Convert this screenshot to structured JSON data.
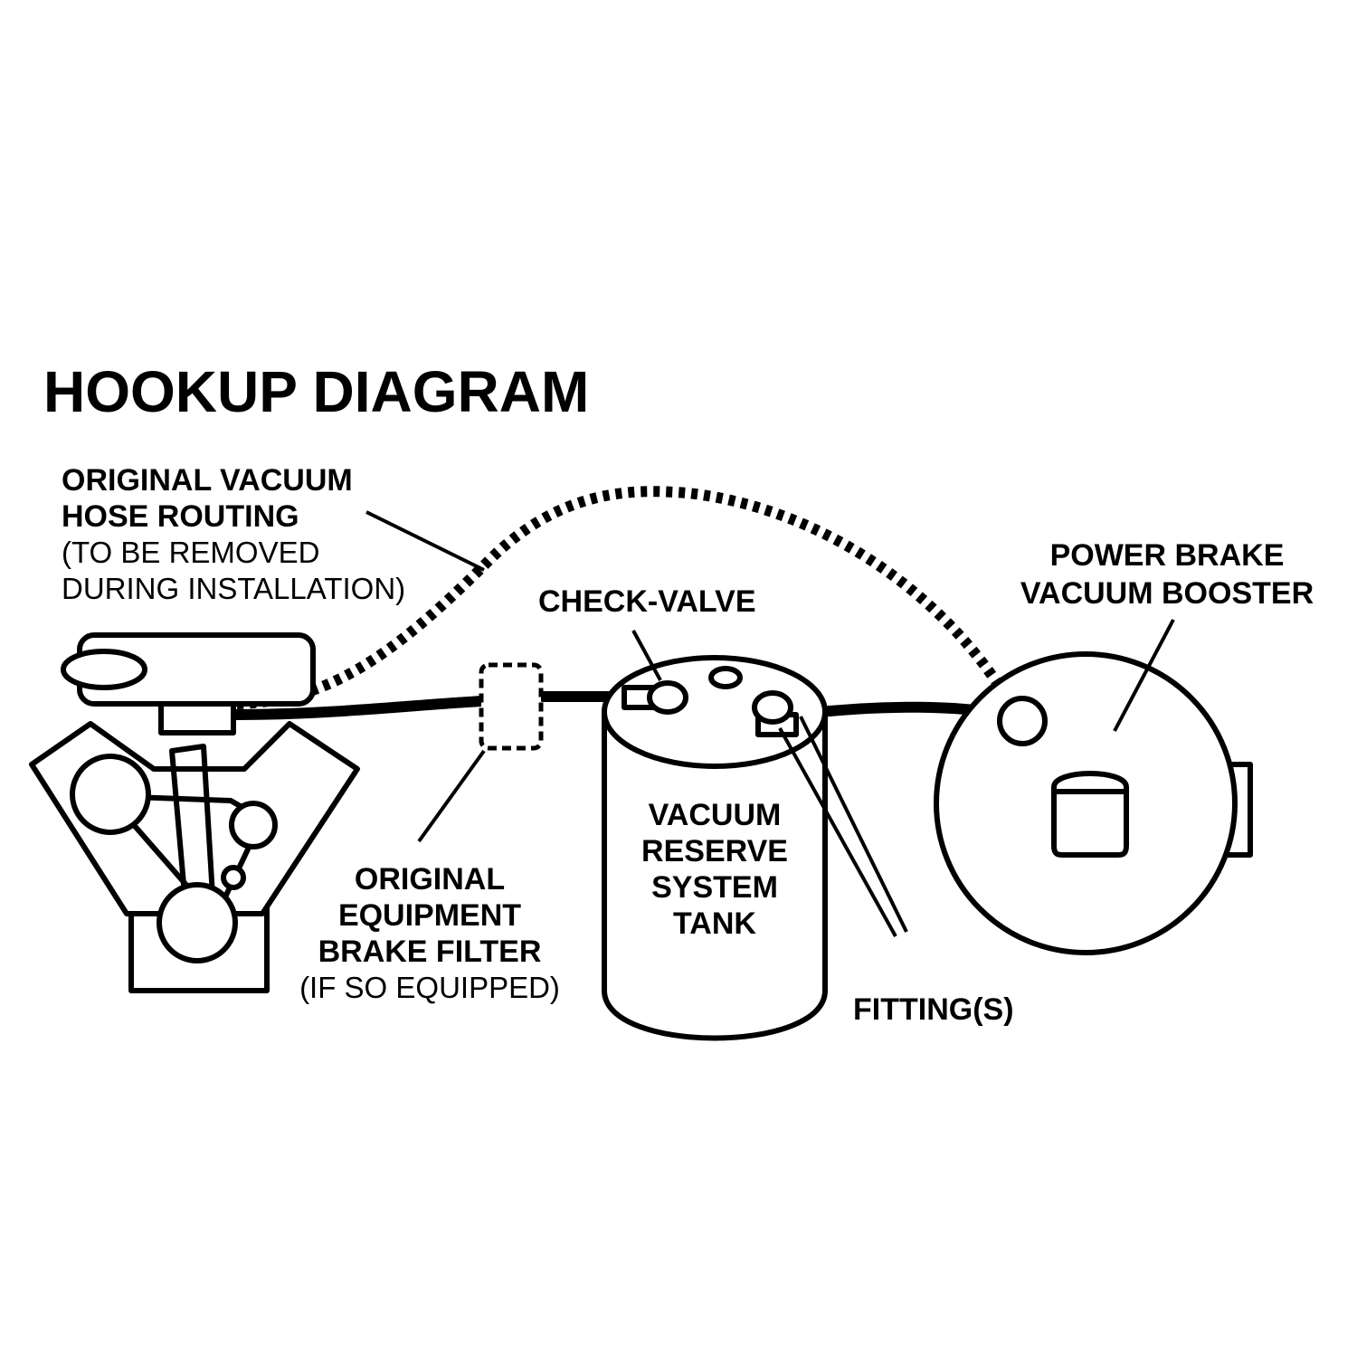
{
  "title": "HOOKUP DIAGRAM",
  "labels": {
    "original_routing": {
      "line1": "ORIGINAL VACUUM",
      "line2": "HOSE ROUTING",
      "line3": "(TO BE REMOVED",
      "line4": "DURING INSTALLATION)"
    },
    "check_valve": "CHECK-VALVE",
    "booster": {
      "line1": "POWER BRAKE",
      "line2": "VACUUM BOOSTER"
    },
    "tank": {
      "line1": "VACUUM",
      "line2": "RESERVE",
      "line3": "SYSTEM",
      "line4": "TANK"
    },
    "brake_filter": {
      "line1": "ORIGINAL",
      "line2": "EQUIPMENT",
      "line3": "BRAKE FILTER",
      "line4": "(IF SO EQUIPPED)"
    },
    "fittings": "FITTING(S)"
  }
}
